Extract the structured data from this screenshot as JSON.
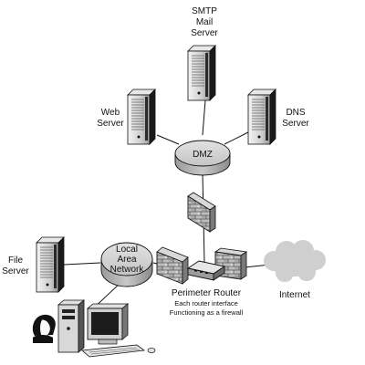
{
  "nodes": {
    "smtp": {
      "lines": [
        "SMTP",
        "Mail",
        "Server"
      ]
    },
    "web": {
      "lines": [
        "Web",
        "Server"
      ]
    },
    "dns": {
      "lines": [
        "DNS",
        "Server"
      ]
    },
    "dmz": {
      "label": "DMZ"
    },
    "lan": {
      "lines": [
        "Local",
        "Area",
        "Network"
      ]
    },
    "file": {
      "lines": [
        "File",
        "Server"
      ]
    },
    "router": {
      "title": "Perimeter Router",
      "notes": [
        "Each router interface",
        "Functioning as a firewall"
      ]
    },
    "internet": {
      "label": "Internet"
    }
  },
  "icons": {
    "server": "server-tower-icon",
    "hub": "network-hub-icon",
    "firewall": "brick-firewall-icon",
    "router": "router-icon",
    "cloud": "internet-cloud-icon",
    "workstation": "desktop-computer-icon",
    "user": "user-head-icon"
  }
}
